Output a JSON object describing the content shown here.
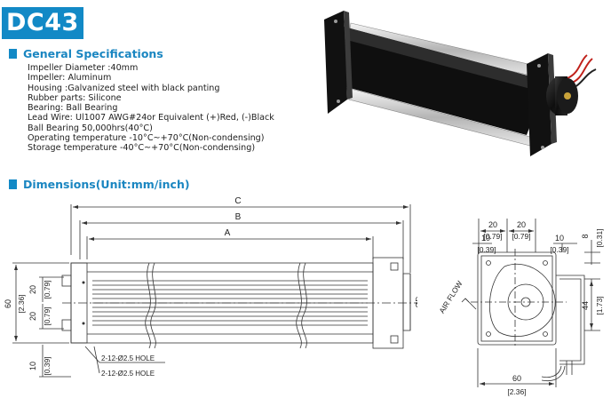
{
  "header": {
    "model": "DC43"
  },
  "specs_section": {
    "title": "General Specifications",
    "lines": [
      "Impeller Diameter :40mm",
      "Impeller: Aluminum",
      "Housing :Galvanized steel with black panting",
      "Rubber parts: Silicone",
      "Bearing: Ball Bearing",
      "Lead Wire: Ul1007 AWG#24or Equivalent (+)Red, (-)Black",
      "Ball Bearing 50,000hrs(40°C)",
      "Operating temperature  -10°C~+70°C(Non-condensing)",
      "Storage temperature  -40°C~+70°C(Non-condensing)"
    ]
  },
  "dimensions_section": {
    "title": "Dimensions(Unit:mm/inch)",
    "front": {
      "dim_c": "C",
      "dim_b": "B",
      "dim_a": "A",
      "height_mm": "60",
      "height_in": "[2.36]",
      "upper_mm": "20",
      "upper_in": "[0.79]",
      "lower_mm": "20",
      "lower_in": "[0.79]",
      "bottom_mm": "10",
      "bottom_in": "[0.39]",
      "diameter": "ØD",
      "hole_1": "2-12-Ø2.5 HOLE",
      "hole_2": "2-12-Ø2.5  HOLE"
    },
    "side": {
      "top_20a_mm": "20",
      "top_20a_in": "[0.79]",
      "top_20b_mm": "20",
      "top_20b_in": "[0.79]",
      "left_10_mm": "10",
      "left_10_in": "[0.39]",
      "right_10_mm": "10",
      "right_10_in": "[0.39]",
      "right_8_mm": "8",
      "right_8_in": "[0.31]",
      "right_44_mm": "44",
      "right_44_in": "[1.73]",
      "width_mm": "60",
      "width_in": "[2.36]",
      "airflow": "AIR FLOW"
    }
  },
  "colors": {
    "accent": "#1289c6",
    "line": "#333333"
  }
}
